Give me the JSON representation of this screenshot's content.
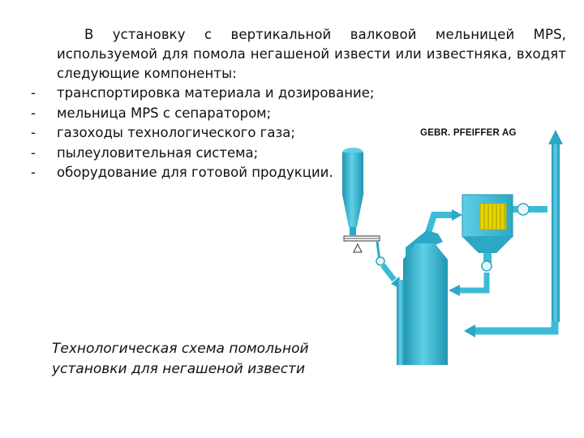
{
  "intro": "В установку с вертикальной валковой мельницей MPS, используемой для помола негашеной извести или известняка, входят следующие компоненты:",
  "components": [
    {
      "bullet": "-",
      "text": "транспортировка материала и дозирование;"
    },
    {
      "bullet": "-",
      "text": "мельница MPS с сепаратором;"
    },
    {
      "bullet": "-",
      "text": "газоходы технологического газа;"
    },
    {
      "bullet": "-",
      "text": "пылеуловительная система;"
    },
    {
      "bullet": "-",
      "text": "оборудование для готовой продукции."
    }
  ],
  "brand_label": "GEBR. PFEIFFER AG",
  "caption_line1": "Технологическая схема помольной",
  "caption_line2": "установки для негашеной извести",
  "colors": {
    "equipment": "#3bbcd6",
    "equipment_dark": "#1e95b4",
    "filter_elements": "#d8d000"
  }
}
